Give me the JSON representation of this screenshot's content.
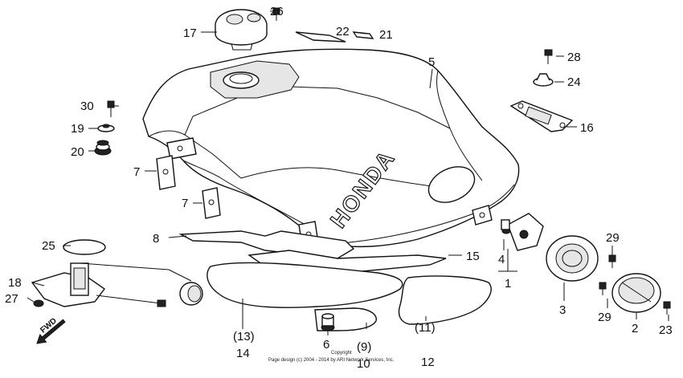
{
  "callouts": [
    {
      "id": "c1",
      "text": "1"
    },
    {
      "id": "c2",
      "text": "2"
    },
    {
      "id": "c3",
      "text": "3"
    },
    {
      "id": "c4",
      "text": "4"
    },
    {
      "id": "c5",
      "text": "5"
    },
    {
      "id": "c6",
      "text": "6"
    },
    {
      "id": "c7a",
      "text": "7"
    },
    {
      "id": "c7b",
      "text": "7"
    },
    {
      "id": "c8",
      "text": "8"
    },
    {
      "id": "c9",
      "text": "(9)"
    },
    {
      "id": "c10",
      "text": "10"
    },
    {
      "id": "c11",
      "text": "(11)"
    },
    {
      "id": "c12",
      "text": "12"
    },
    {
      "id": "c13",
      "text": "(13)"
    },
    {
      "id": "c14",
      "text": "14"
    },
    {
      "id": "c15",
      "text": "15"
    },
    {
      "id": "c16",
      "text": "16"
    },
    {
      "id": "c17",
      "text": "17"
    },
    {
      "id": "c18",
      "text": "18"
    },
    {
      "id": "c19",
      "text": "19"
    },
    {
      "id": "c20",
      "text": "20"
    },
    {
      "id": "c21",
      "text": "21"
    },
    {
      "id": "c22",
      "text": "22"
    },
    {
      "id": "c23",
      "text": "23"
    },
    {
      "id": "c24",
      "text": "24"
    },
    {
      "id": "c25",
      "text": "25"
    },
    {
      "id": "c26",
      "text": "26"
    },
    {
      "id": "c27",
      "text": "27"
    },
    {
      "id": "c28",
      "text": "28"
    },
    {
      "id": "c29a",
      "text": "29"
    },
    {
      "id": "c29b",
      "text": "29"
    },
    {
      "id": "c30",
      "text": "30"
    }
  ],
  "tank_emblem": "HONDA",
  "fwd_label": "FWD",
  "footer": {
    "line1": "Copyright",
    "line2": "Page design (c) 2004 - 2014 by ARI Network Services, Inc."
  }
}
